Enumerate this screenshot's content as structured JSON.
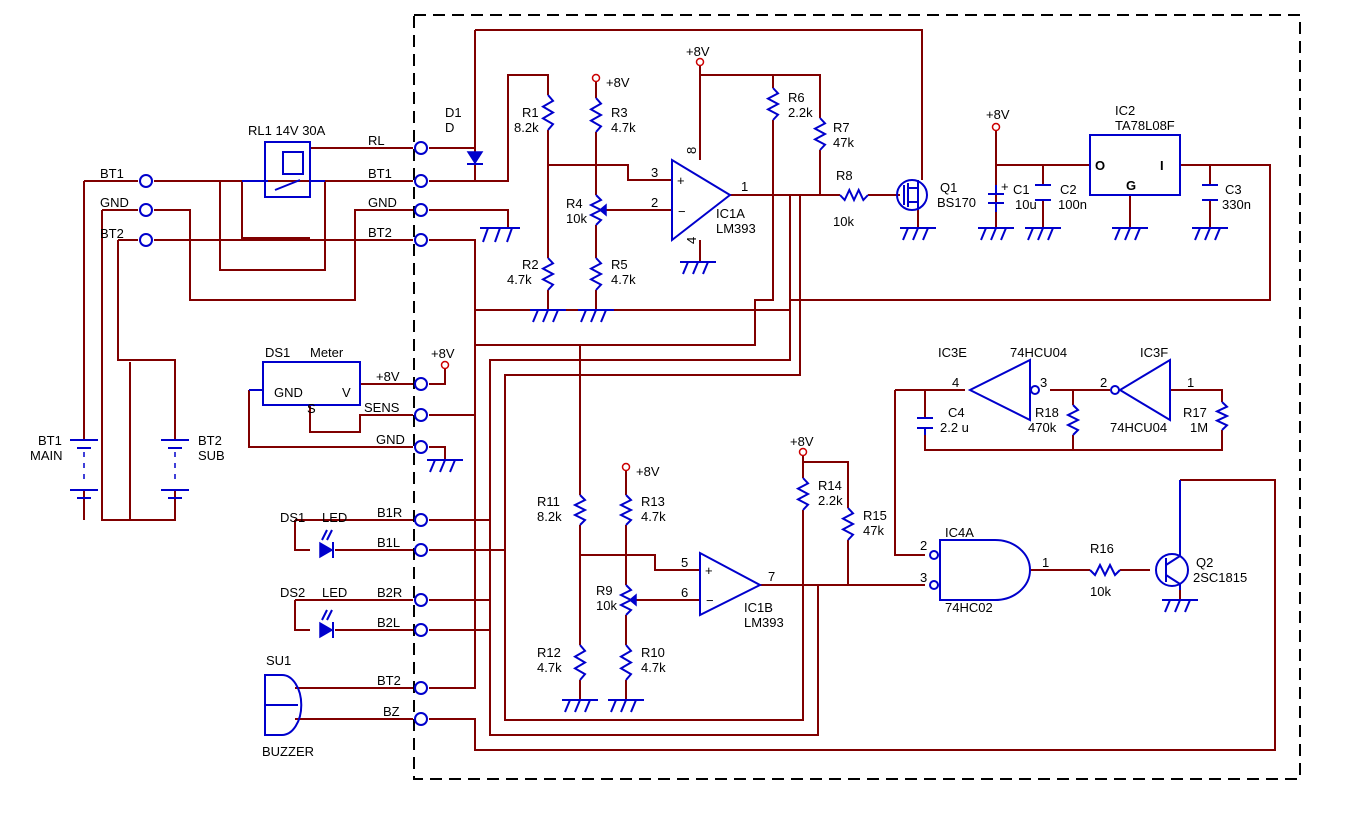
{
  "terminals_left": {
    "bt1": "BT1",
    "gnd": "GND",
    "bt2": "BT2"
  },
  "terminals_inner": {
    "rl": "RL",
    "bt1": "BT1",
    "gnd": "GND",
    "bt2": "BT2",
    "plus8v": "+8V",
    "sens": "SENS",
    "gnd2": "GND",
    "b1r": "B1R",
    "b1l": "B1L",
    "b2r": "B2R",
    "b2l": "B2L",
    "bt2_2": "BT2",
    "bz": "BZ"
  },
  "relay": {
    "ref": "RL1 14V 30A"
  },
  "diode": {
    "ref": "D1",
    "value": "D"
  },
  "batteries": {
    "bt1": {
      "ref": "BT1",
      "value": "MAIN"
    },
    "bt2": {
      "ref": "BT2",
      "value": "SUB"
    }
  },
  "meter": {
    "ref": "DS1",
    "name": "Meter",
    "pin_gnd": "GND",
    "pin_v": "V",
    "pin_s": "S"
  },
  "power_label": "+8V",
  "leds": {
    "ds1": {
      "ref": "DS1",
      "value": "LED"
    },
    "ds2": {
      "ref": "DS2",
      "value": "LED"
    }
  },
  "buzzer": {
    "ref": "SU1",
    "value": "BUZZER"
  },
  "resistors": {
    "r1": {
      "ref": "R1",
      "value": "8.2k"
    },
    "r2": {
      "ref": "R2",
      "value": "4.7k"
    },
    "r3": {
      "ref": "R3",
      "value": "4.7k"
    },
    "r4": {
      "ref": "R4",
      "value": "10k"
    },
    "r5": {
      "ref": "R5",
      "value": "4.7k"
    },
    "r6": {
      "ref": "R6",
      "value": "2.2k"
    },
    "r7": {
      "ref": "R7",
      "value": "47k"
    },
    "r8": {
      "ref": "R8",
      "value": "10k"
    },
    "r9": {
      "ref": "R9",
      "value": "10k"
    },
    "r10": {
      "ref": "R10",
      "value": "4.7k"
    },
    "r11": {
      "ref": "R11",
      "value": "8.2k"
    },
    "r12": {
      "ref": "R12",
      "value": "4.7k"
    },
    "r13": {
      "ref": "R13",
      "value": "4.7k"
    },
    "r14": {
      "ref": "R14",
      "value": "2.2k"
    },
    "r15": {
      "ref": "R15",
      "value": "47k"
    },
    "r16": {
      "ref": "R16",
      "value": "10k"
    },
    "r17": {
      "ref": "R17",
      "value": "1M"
    },
    "r18": {
      "ref": "R18",
      "value": "470k"
    }
  },
  "capacitors": {
    "c1": {
      "ref": "C1",
      "value": "10u",
      "polarity": "+"
    },
    "c2": {
      "ref": "C2",
      "value": "100n"
    },
    "c3": {
      "ref": "C3",
      "value": "330n"
    },
    "c4": {
      "ref": "C4",
      "value": "2.2 u"
    }
  },
  "ic1a": {
    "ref": "IC1A",
    "part": "LM393",
    "pin_plus": "3",
    "pin_minus": "2",
    "pin_out": "1",
    "pin_vcc": "8",
    "pin_gnd": "4"
  },
  "ic1b": {
    "ref": "IC1B",
    "part": "LM393",
    "pin_plus": "5",
    "pin_minus": "6",
    "pin_out": "7"
  },
  "ic2": {
    "ref": "IC2",
    "part": "TA78L08F",
    "pin_o": "O",
    "pin_i": "I",
    "pin_g": "G"
  },
  "ic3e": {
    "ref": "IC3E",
    "part": "74HCU04",
    "pin_in": "4",
    "pin_out": "3"
  },
  "ic3f": {
    "ref": "IC3F",
    "part": "74HCU04",
    "pin_in": "1",
    "pin_out": "2"
  },
  "ic4a": {
    "ref": "IC4A",
    "part": "74HC02",
    "pin_a": "2",
    "pin_b": "3",
    "pin_out": "1"
  },
  "q1": {
    "ref": "Q1",
    "part": "BS170"
  },
  "q2": {
    "ref": "Q2",
    "part": "2SC1815"
  },
  "colors": {
    "wire": "#800000",
    "component": "#0000cc",
    "power": "#cc0000",
    "text": "#000000",
    "background": "#ffffff"
  }
}
